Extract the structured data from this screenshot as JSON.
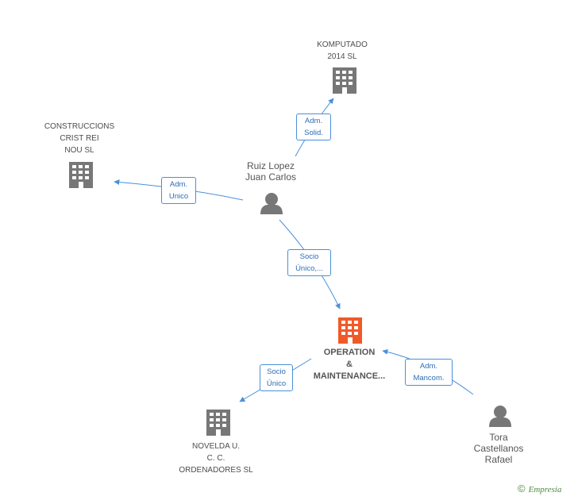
{
  "nodes": {
    "komputado": "KOMPUTADO\n2014  SL",
    "construccions": "CONSTRUCCIONS\nCRIST REI\nNOU SL",
    "ruiz": "Ruiz Lopez\nJuan Carlos",
    "operation": "OPERATION\n&\nMAINTENANCE...",
    "novelda": "NOVELDA U.\nC. C.\nORDENADORES SL",
    "tora": "Tora\nCastellanos\nRafael"
  },
  "edges": {
    "adm_solid": "Adm.\nSolid.",
    "adm_unico": "Adm.\nUnico",
    "socio_unico_trunc": "Socio\nÚnico,...",
    "socio_unico": "Socio\nÚnico",
    "adm_mancom": "Adm.\nMancom."
  },
  "colors": {
    "edge": "#4a90d9",
    "building": "#777777",
    "focus_building": "#f05a28",
    "person": "#777777"
  },
  "brand": {
    "copyright": "©",
    "name": "Empresia"
  }
}
